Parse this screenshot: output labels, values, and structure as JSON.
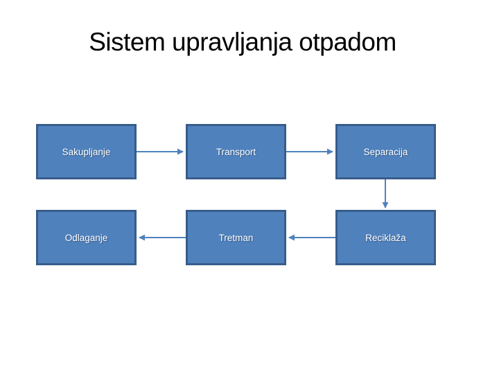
{
  "title": "Sistem upravljanja otpadom",
  "diagram": {
    "type": "flowchart",
    "nodes": [
      {
        "id": "sakupljanje",
        "label": "Sakupljanje",
        "row": 1,
        "col": 1
      },
      {
        "id": "transport",
        "label": "Transport",
        "row": 1,
        "col": 2
      },
      {
        "id": "separacija",
        "label": "Separacija",
        "row": 1,
        "col": 3
      },
      {
        "id": "odlaganje",
        "label": "Odlaganje",
        "row": 2,
        "col": 1
      },
      {
        "id": "tretman",
        "label": "Tretman",
        "row": 2,
        "col": 2
      },
      {
        "id": "reciklaza",
        "label": "Reciklaža",
        "row": 2,
        "col": 3
      }
    ],
    "edges": [
      {
        "from": "sakupljanje",
        "to": "transport",
        "direction": "right"
      },
      {
        "from": "transport",
        "to": "separacija",
        "direction": "right"
      },
      {
        "from": "separacija",
        "to": "reciklaza",
        "direction": "down"
      },
      {
        "from": "reciklaza",
        "to": "tretman",
        "direction": "left"
      },
      {
        "from": "tretman",
        "to": "odlaganje",
        "direction": "left"
      }
    ],
    "colors": {
      "box_fill": "#4f81bd",
      "box_border": "#385d8a",
      "arrow": "#4f81bd",
      "label_text": "#ffffff",
      "title_text": "#000000",
      "background": "#ffffff"
    }
  }
}
